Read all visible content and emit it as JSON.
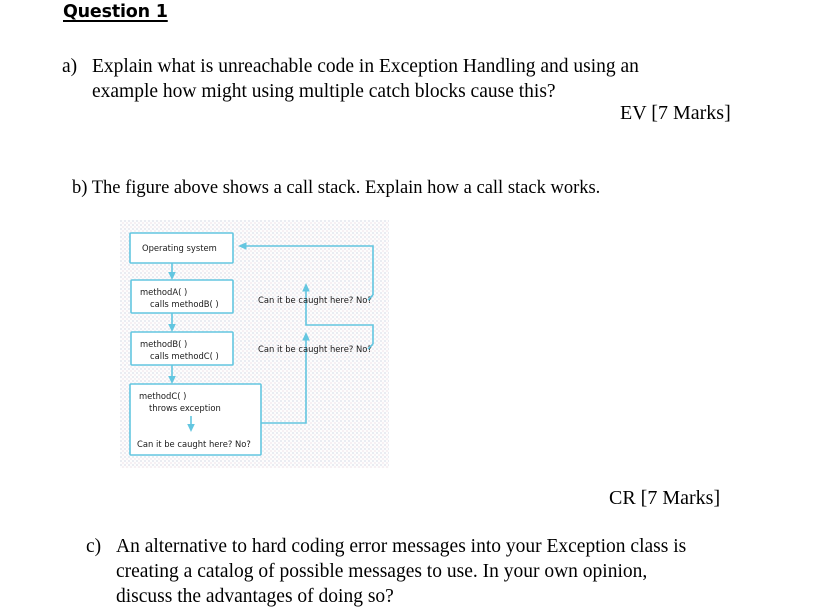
{
  "heading": "Question 1",
  "parts": {
    "a": {
      "marker": "a)",
      "line1": "Explain what is unreachable code in Exception Handling and using an",
      "line2": "example how might using multiple catch blocks cause this?",
      "marks": "EV [7 Marks]"
    },
    "b": {
      "marker": "b)",
      "text": "The figure above shows a call stack. Explain how a call stack works.",
      "marks": "CR [7 Marks]"
    },
    "c": {
      "marker": "c)",
      "line1": "An alternative to hard coding error messages into your Exception class is",
      "line2": "creating a catalog of possible messages to use. In your own opinion,",
      "line3": "discuss the advantages of doing so?"
    }
  },
  "figure": {
    "name": "call-stack-diagram",
    "accent_color": "#63c6e0",
    "boxes": {
      "os": {
        "label": "Operating system"
      },
      "method_a": {
        "line1": "methodA( )",
        "line2": "calls methodB( )"
      },
      "method_b": {
        "line1": "methodB( )",
        "line2": "calls methodC( )"
      },
      "method_c": {
        "line1": "methodC( )",
        "line2": "throws exception",
        "line3": "Can it be caught here? No?"
      }
    },
    "annotations": {
      "upper": "Can it be caught here? No?",
      "lower": "Can it be caught here? No?"
    }
  }
}
